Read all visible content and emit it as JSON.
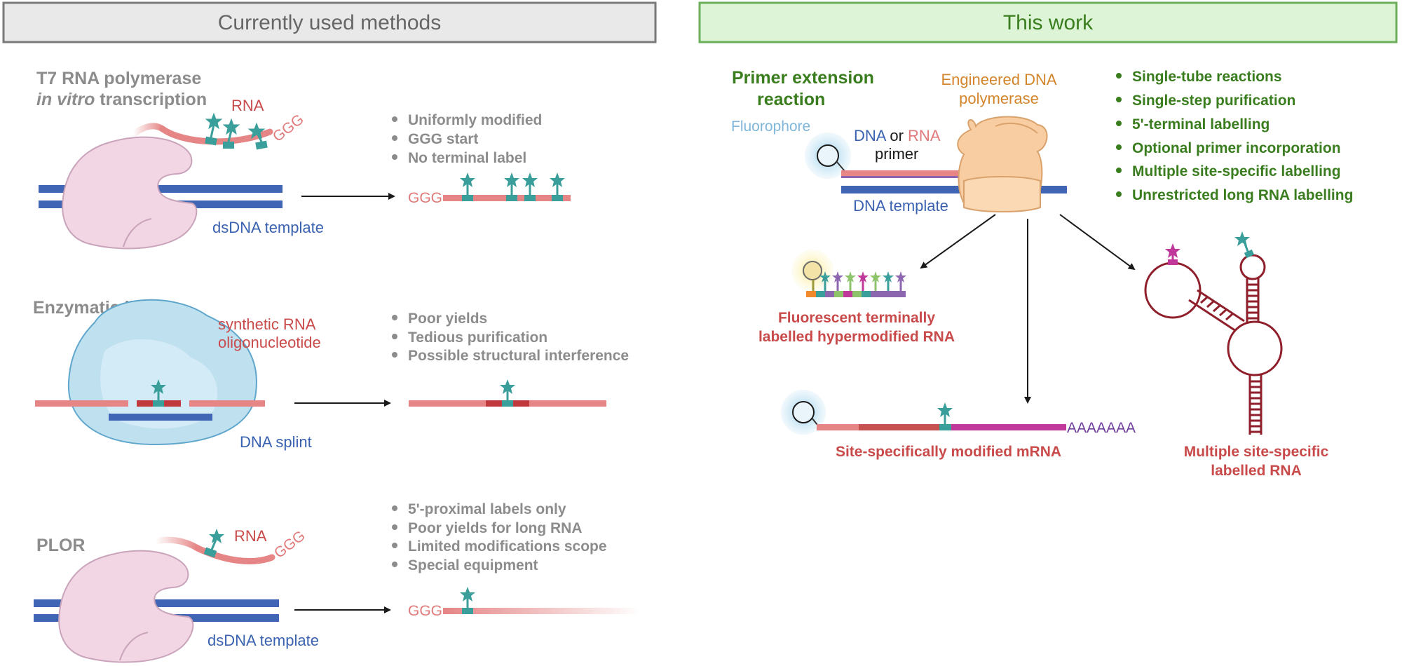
{
  "colors": {
    "dna": "#3f65b4",
    "rna": "#e58585",
    "rna_dark": "#c0393d",
    "label": "#3a9e9a",
    "green_text": "#3a7d1f",
    "gray_text": "#8c8c8c",
    "polymerase": "#f3d6e4",
    "ligase": "#bfe0ef",
    "engineered": "#f8cda1",
    "mrna_magenta": "#c0399a",
    "hairpin": "#8e1f2b"
  },
  "left": {
    "header": "Currently used methods",
    "t7": {
      "title_line1": "T7 RNA polymerase",
      "title_line2_italic": "in vitro",
      "title_line2_rest": " transcription",
      "rna_label": "RNA",
      "ggg_label": "GGG",
      "template_label": "dsDNA template",
      "product_ggg": "GGG",
      "bullets": [
        "Uniformly modified",
        "GGG start",
        "No terminal label"
      ]
    },
    "ligation": {
      "title": "Enzymatic ligation",
      "oligo_line1": "synthetic RNA",
      "oligo_line2": "oligonucleotide",
      "splint_label": "DNA splint",
      "bullets": [
        "Poor yields",
        "Tedious purification",
        "Possible structural interference"
      ]
    },
    "plor": {
      "title": "PLOR",
      "rna_label": "RNA",
      "ggg_label": "GGG",
      "template_label": "dsDNA template",
      "product_ggg": "GGG",
      "bullets": [
        "5'-proximal labels only",
        "Poor yields for long RNA",
        "Limited modifications scope",
        "Special equipment"
      ]
    }
  },
  "right": {
    "header": "This work",
    "pe_title_line1": "Primer extension",
    "pe_title_line2": "reaction",
    "fluorophore_label": "Fluorophore",
    "primer_dna": "DNA",
    "primer_or": " or ",
    "primer_rna": "RNA",
    "primer_word": "primer",
    "enzyme_line1": "Engineered DNA",
    "enzyme_line2": "polymerase",
    "template_label": "DNA template",
    "features": [
      "Single-tube reactions",
      "Single-step purification",
      "5'-terminal labelling",
      "Optional primer incorporation",
      "Multiple site-specific labelling",
      "Unrestricted long RNA labelling"
    ],
    "product_hyper_line1": "Fluorescent terminally",
    "product_hyper_line2": "labelled hypermodified RNA",
    "polyA": "AAAAAAA",
    "product_mrna": "Site-specifically modified mRNA",
    "product_multi_line1": "Multiple site-specific",
    "product_multi_line2": "labelled RNA"
  }
}
